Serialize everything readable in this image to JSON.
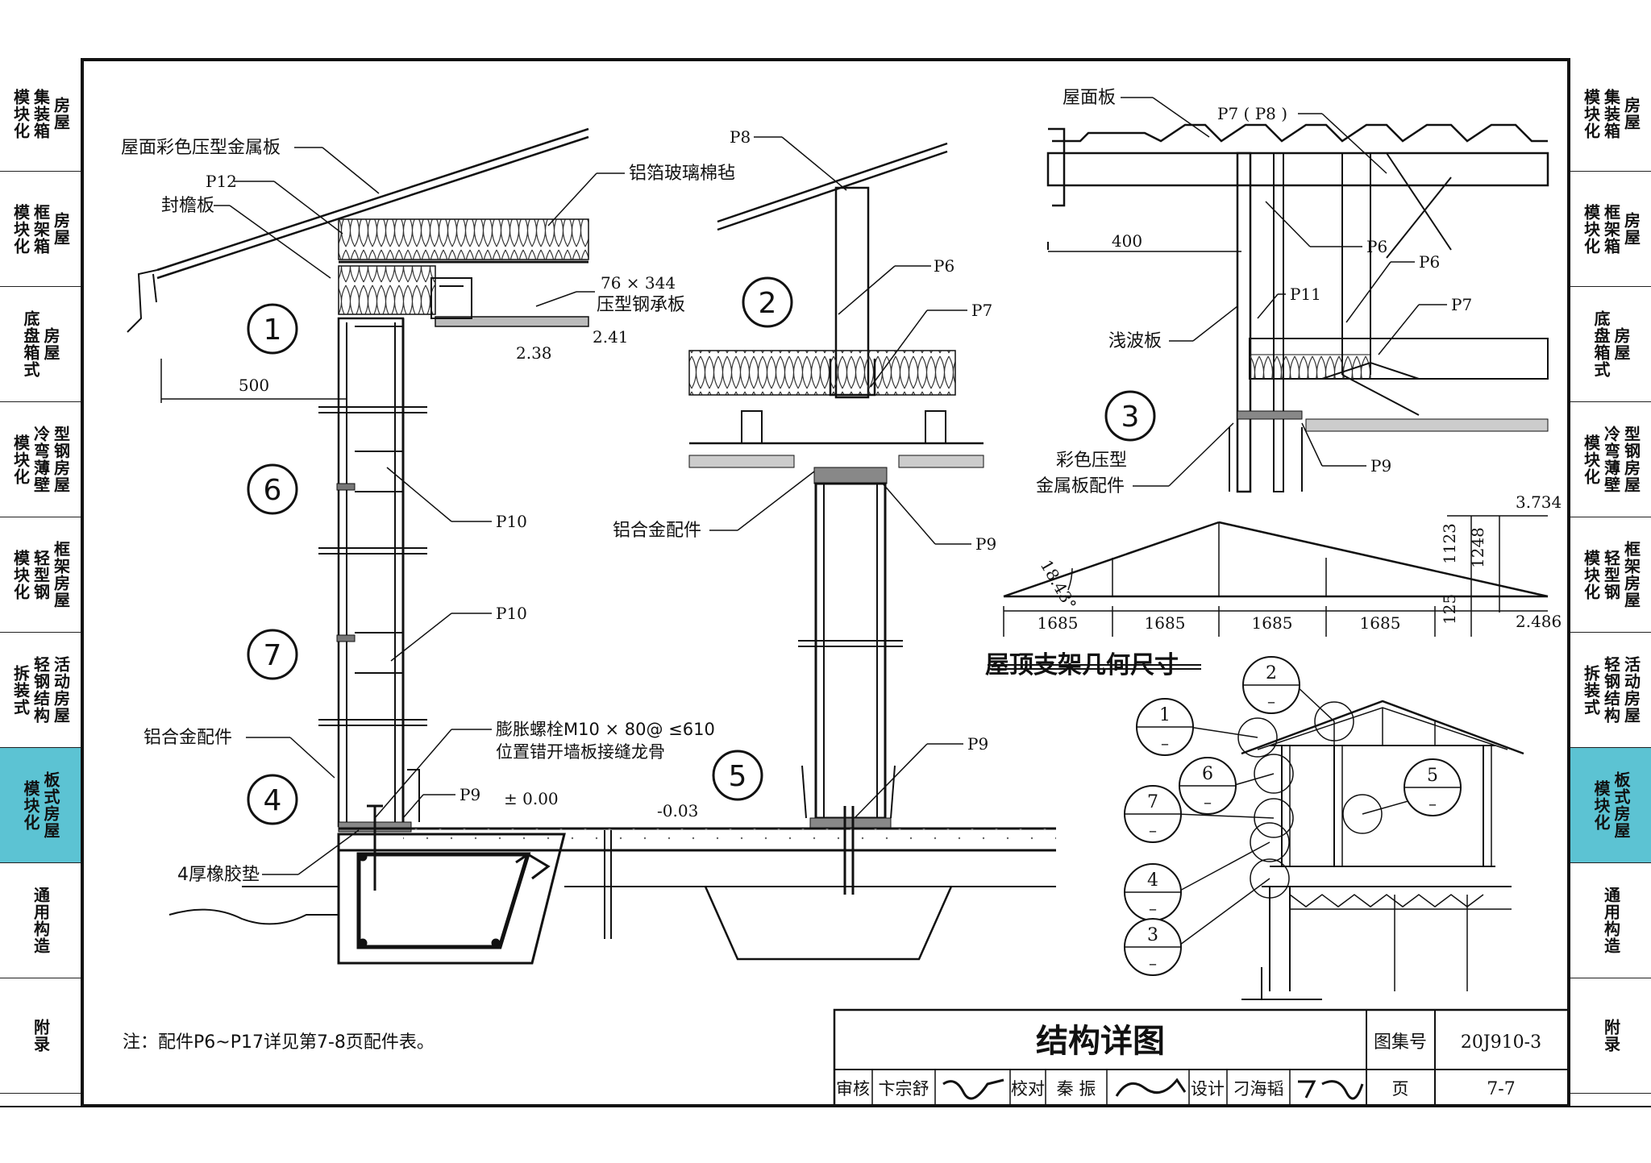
{
  "side_tabs": [
    {
      "lines": [
        "模块化",
        "集装箱",
        "房屋"
      ],
      "active": false
    },
    {
      "lines": [
        "模块化",
        "框架箱",
        "房屋"
      ],
      "active": false
    },
    {
      "lines": [
        "底盘箱式",
        "房屋"
      ],
      "active": false
    },
    {
      "lines": [
        "模块化",
        "冷弯薄壁",
        "型钢房屋"
      ],
      "active": false
    },
    {
      "lines": [
        "模块化",
        "轻型钢",
        "框架房屋"
      ],
      "active": false
    },
    {
      "lines": [
        "拆装式",
        "轻钢结构",
        "活动房屋"
      ],
      "active": false
    },
    {
      "lines": [
        "模块化",
        "板式房屋"
      ],
      "active": true
    },
    {
      "lines": [
        "通用构造"
      ],
      "active": false
    },
    {
      "lines": [
        "附录"
      ],
      "active": false
    }
  ],
  "detail_labels": {
    "roof_panel": "屋面彩色压型金属板",
    "p12": "P12",
    "eave_board": "封檐板",
    "insulation": "铝箔玻璃棉毡",
    "deck_size": "76 × 344",
    "deck_name": "压型钢承板",
    "elev_241": "2.41",
    "elev_238": "2.38",
    "dim_500": "500",
    "p10_a": "P10",
    "p10_b": "P10",
    "alu_fitting_left": "铝合金配件",
    "bolt_line1": "膨胀螺栓M10 × 80@ ≤610",
    "bolt_line2": "位置错开墙板接缝龙骨",
    "p9_left": "P9",
    "elev_000": "± 0.00",
    "rubber_pad": "4厚橡胶垫",
    "p8": "P8",
    "p6_mid": "P6",
    "p7_mid": "P7",
    "alu_fitting_mid": "铝合金配件",
    "p9_mid": "P9",
    "p9_mid2": "P9",
    "elev_003": "-0.03",
    "roof_board": "屋面板",
    "p7p8": "P7 ( P8 )",
    "dim_400": "400",
    "p6_r1": "P6",
    "p6_r2": "P6",
    "p11": "P11",
    "p7_r": "P7",
    "shallow_wave": "浅波板",
    "color_steel_1": "彩色压型",
    "color_steel_2": "金属板配件",
    "p9_r": "P9"
  },
  "detail_numbers": [
    "1",
    "2",
    "3",
    "4",
    "5",
    "6",
    "7"
  ],
  "truss_geometry": {
    "title": "屋顶支架几何尺寸",
    "angle": "18.43°",
    "spans": [
      "1685",
      "1685",
      "1685",
      "1685"
    ],
    "heights": [
      "1123",
      "1248",
      "125"
    ],
    "elev_top": "3.734",
    "elev_bottom": "2.486"
  },
  "key_plan": {
    "callouts": [
      "1",
      "2",
      "6",
      "7",
      "4",
      "3",
      "5"
    ],
    "dash": "–"
  },
  "note": "注：配件P6~P17详见第7-8页配件表。",
  "title_block": {
    "drawing_title": "结构详图",
    "atlas_label": "图集号",
    "atlas_no": "20J910-3",
    "review_label": "审核",
    "reviewer": "卞宗舒",
    "check_label": "校对",
    "checker": "秦 振",
    "design_label": "设计",
    "designer": "刁海韬",
    "page_label": "页",
    "page_no": "7-7"
  }
}
